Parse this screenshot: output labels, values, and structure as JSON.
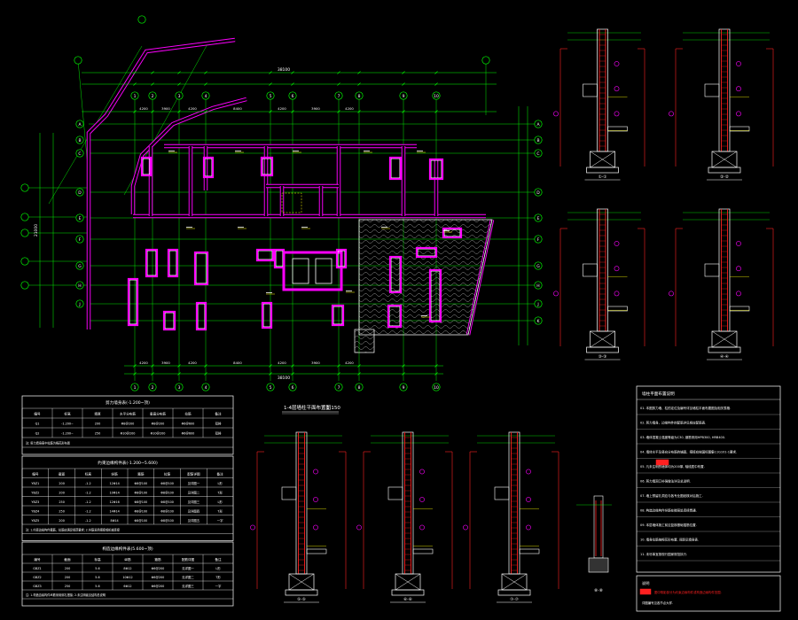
{
  "plan": {
    "title": "1-4层墙柱平面布置图",
    "scale": "1:150",
    "overall_dim_top": "38100",
    "overall_dim_bottom": "38100",
    "overall_dim_left": "21000",
    "axes_top": [
      "1",
      "2",
      "3",
      "4",
      "5",
      "6",
      "7",
      "8",
      "9",
      "10"
    ],
    "axes_left": [
      "A",
      "B",
      "C",
      "D",
      "E",
      "F",
      "G",
      "H",
      "J"
    ],
    "axes_right": [
      "A",
      "B",
      "C",
      "D",
      "E",
      "F",
      "G",
      "H",
      "J",
      "K"
    ],
    "bays_top": [
      "4200",
      "3900",
      "4200",
      "8400",
      "4200",
      "3900",
      "4200"
    ],
    "bays_bottom": [
      "4200",
      "3900",
      "4200",
      "8400",
      "4200",
      "3900",
      "4200"
    ]
  },
  "sections_right": [
    {
      "id": "s1",
      "label": "①-①"
    },
    {
      "id": "s2",
      "label": "②-②"
    },
    {
      "id": "s3",
      "label": "③-③"
    },
    {
      "id": "s4",
      "label": "④-④"
    }
  ],
  "sections_bottom": [
    {
      "id": "s5",
      "label": "⑤-⑤"
    },
    {
      "id": "s6",
      "label": "⑥-⑥"
    },
    {
      "id": "s7",
      "label": "⑦-⑦"
    }
  ],
  "small_section_label": "⑧-⑧",
  "tables": [
    {
      "id": "t1",
      "title": "剪力墙身表(-1.200~顶)",
      "headers": [
        "编号",
        "标高",
        "墙厚",
        "水平分布筋",
        "垂直分布筋",
        "拉筋",
        "备注"
      ],
      "rows": [
        [
          "Q1",
          "-1.200~",
          "200",
          "Φ8@200",
          "Φ8@200",
          "Φ6@600",
          "双排"
        ],
        [
          "Q2",
          "-1.200~",
          "250",
          "Φ10@200",
          "Φ10@200",
          "Φ6@600",
          "双排"
        ]
      ],
      "note": "注: 剪力墙身表中拉筋为梅花形布置"
    },
    {
      "id": "t2",
      "title": "约束边缘构件表(-1.200~5.600)",
      "headers": [
        "编号",
        "截面",
        "标高",
        "纵筋",
        "箍筋",
        "拉筋",
        "配筋详图",
        "备注"
      ],
      "rows": [
        [
          "YBZ1",
          "200",
          "-1.2",
          "12Φ14",
          "Φ8@100",
          "Φ8@100",
          "见详图一",
          "L形"
        ],
        [
          "YBZ2",
          "200",
          "-1.2",
          "10Φ14",
          "Φ8@100",
          "Φ8@100",
          "见详图二",
          "T形"
        ],
        [
          "YBZ3",
          "250",
          "-1.2",
          "12Φ16",
          "Φ8@100",
          "Φ8@100",
          "见详图三",
          "L形"
        ],
        [
          "YBZ4",
          "250",
          "-1.2",
          "14Φ14",
          "Φ8@100",
          "Φ8@100",
          "见详图四",
          "T形"
        ],
        [
          "YBZ5",
          "200",
          "-1.2",
          "8Φ14",
          "Φ8@100",
          "Φ8@100",
          "见详图五",
          "一字"
        ]
      ],
      "note": "注: 1.约束边缘构件箍筋、拉筋应满足规范要求; 2.纵筋采用搭接或机械连接"
    },
    {
      "id": "t3",
      "title": "构造边缘构件表(5.600~顶)",
      "headers": [
        "编号",
        "截面",
        "标高",
        "纵筋",
        "箍筋",
        "配筋详图",
        "备注"
      ],
      "rows": [
        [
          "GBZ1",
          "200",
          "5.6",
          "8Φ12",
          "Φ6@200",
          "见详图一",
          "L形"
        ],
        [
          "GBZ2",
          "200",
          "5.6",
          "10Φ12",
          "Φ6@200",
          "见详图二",
          "T形"
        ],
        [
          "GBZ3",
          "250",
          "5.6",
          "6Φ12",
          "Φ6@200",
          "见详图三",
          "一字"
        ]
      ],
      "note": "注: 1.构造边缘构件纵筋采用绑扎搭接; 2.未注明者见结构总说明"
    }
  ],
  "notes": {
    "title": "墙柱平面布置说明",
    "items": [
      "01. 本图剪力墙、柱的定位及编号详见墙柱平面布置图及相关表格.",
      "02. 剪力墙身、边缘构件的配筋详见相应配筋表.",
      "03. 墙体混凝土强度等级为C30, 钢筋采用HPB300, HRB400.",
      "04. 墙体水平及竖向分布筋的锚固、搭接应按国标图集11G101-1要求.",
      "05. 凡未注明的墙体均为200厚, 轴线居中布置.",
      "06. 剪力墙洞口补强做法详见总说明.",
      "07. 墙上预留孔洞应与各专业图纸核对后施工.",
      "08. 构造边缘构件纵筋在楼层处连续贯通.",
      "09. 本层墙体施工前应复核基础插筋位置.",
      "10. 墙身拉筋按梅花形布置, 间距见墙身表.",
      "11. 未尽事宜按现行国家规范执行."
    ],
    "footer_title": "说明",
    "footer_items": [
      "图中阴影部分为约束边缘构件或构造边缘构件范围.",
      "详图编号见各节点大样."
    ]
  },
  "colors": {
    "bg": "#000000",
    "axis": "#00ff00",
    "wall": "#ff00ff",
    "column": "#ffffff",
    "text": "#ffffff",
    "rebar": "#ff2020",
    "hatch": "#888888",
    "yellow": "#ffff00",
    "cyan": "#00ffff"
  }
}
